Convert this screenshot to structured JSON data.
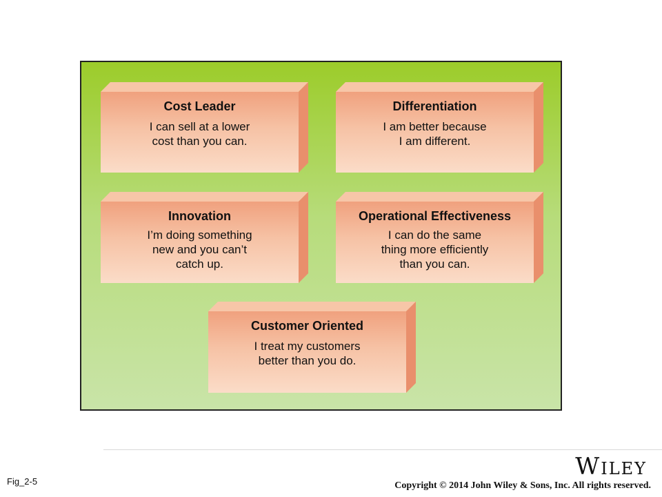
{
  "blocks": [
    {
      "title": "Cost Leader",
      "text": "I can sell at a lower\ncost than you can."
    },
    {
      "title": "Differentiation",
      "text": "I am better because\nI am different."
    },
    {
      "title": "Innovation",
      "text": "I’m doing something\nnew and you can’t\ncatch up."
    },
    {
      "title": "Operational Effectiveness",
      "text": "I can do the same\nthing more efficiently\nthan you can."
    },
    {
      "title": "Customer Oriented",
      "text": "I treat my customers\nbetter than you do."
    }
  ],
  "footer": {
    "logo": "Wiley",
    "figure_label": "Fig_2-5",
    "copyright": "Copyright © 2014 John Wiley & Sons, Inc. All rights reserved."
  },
  "colors": {
    "panel_top": "#9ccc2a",
    "panel_bottom": "#c9e4a8",
    "block_top": "#f0a17e",
    "block_bottom": "#fbdcc8"
  }
}
